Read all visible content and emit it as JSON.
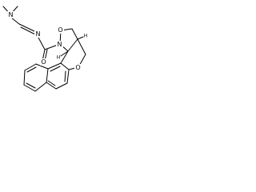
{
  "molecule": {
    "atoms": {
      "amine_n": "N",
      "imine_n": "N",
      "ring_n": "N",
      "ring_o": "O",
      "pyran_o": "O",
      "carbonyl_o": "O",
      "stereo_h_top": "H",
      "stereo_h_bottom": "H"
    }
  },
  "colors": {
    "ink": "#000000",
    "background": "#ffffff"
  }
}
